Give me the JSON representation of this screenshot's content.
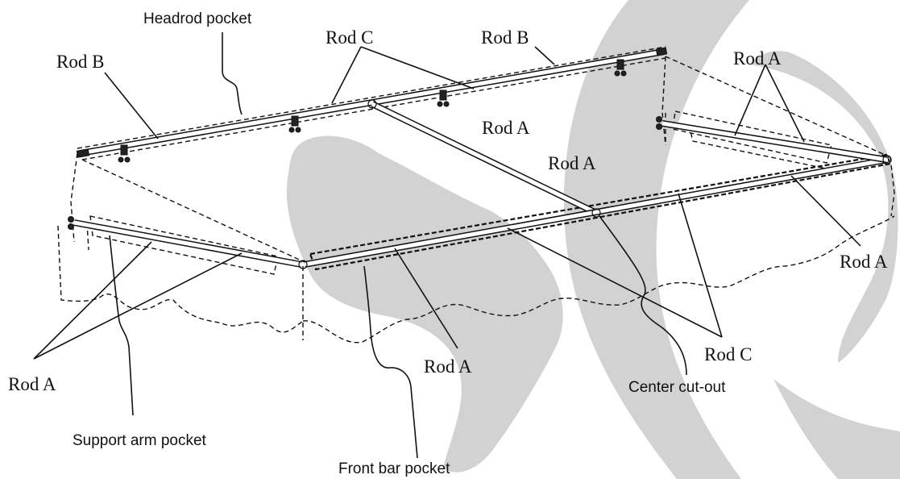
{
  "diagram": {
    "labels": {
      "headrod_pocket": "Headrod pocket",
      "rod_b_left": "Rod B",
      "rod_c_top": "Rod C",
      "rod_b_right": "Rod B",
      "rod_a_top_right": "Rod A",
      "rod_a_center_1": "Rod A",
      "rod_a_center_2": "Rod A",
      "rod_a_right": "Rod A",
      "rod_a_left": "Rod A",
      "rod_a_bottom": "Rod A",
      "rod_c_bottom": "Rod C",
      "center_cut_out": "Center cut-out",
      "support_arm_pocket": "Support arm pocket",
      "front_bar_pocket": "Front bar pocket"
    },
    "colors": {
      "line": "#111111",
      "watermark": "#d2d2d2",
      "background": "#ffffff"
    }
  }
}
